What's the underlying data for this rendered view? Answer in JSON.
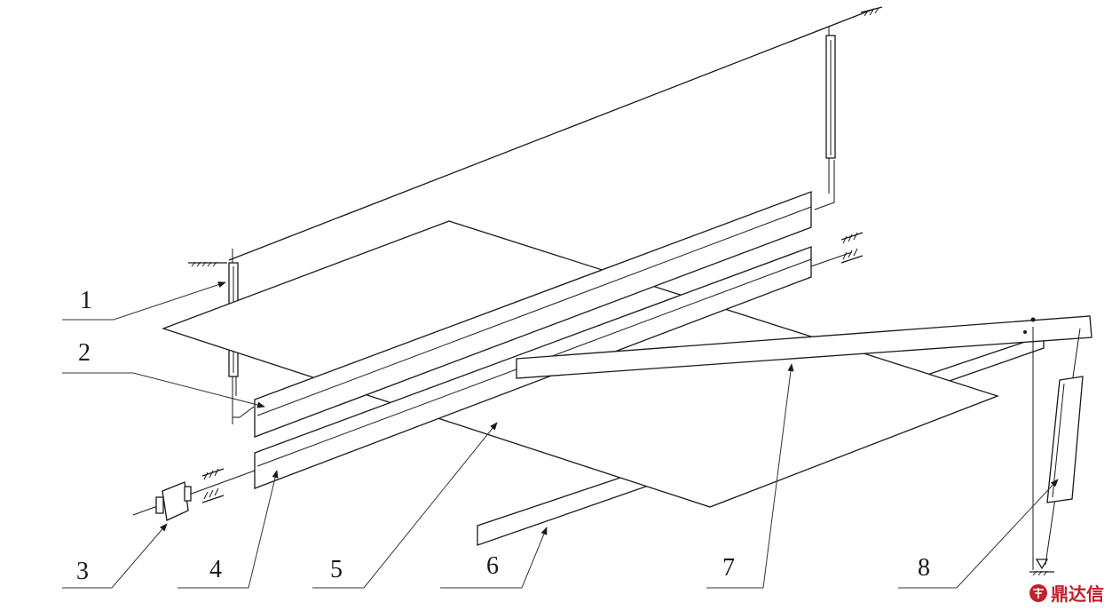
{
  "labels": [
    {
      "id": "1",
      "text": "1"
    },
    {
      "id": "2",
      "text": "2"
    },
    {
      "id": "3",
      "text": "3"
    },
    {
      "id": "4",
      "text": "4"
    },
    {
      "id": "5",
      "text": "5"
    },
    {
      "id": "6",
      "text": "6"
    },
    {
      "id": "7",
      "text": "7"
    },
    {
      "id": "8",
      "text": "8"
    }
  ],
  "watermark": {
    "text": "鼎达信"
  },
  "colors": {
    "line": "#1a1a1a",
    "watermark": "#c0202a"
  }
}
